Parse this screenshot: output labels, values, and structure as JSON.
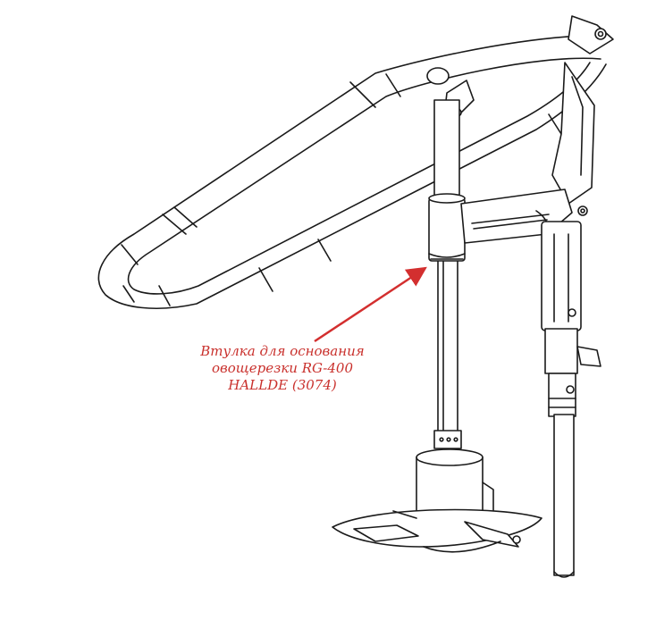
{
  "diagram": {
    "callout": {
      "lines": [
        "Втулка для основания",
        "овощерезки RG-400",
        "HALLDE (3074)"
      ]
    },
    "colors": {
      "callout_text": "#c9302c",
      "leader_arrow": "#d32f2f",
      "line_art": "#1a1a1a",
      "fill": "#ffffff"
    }
  }
}
